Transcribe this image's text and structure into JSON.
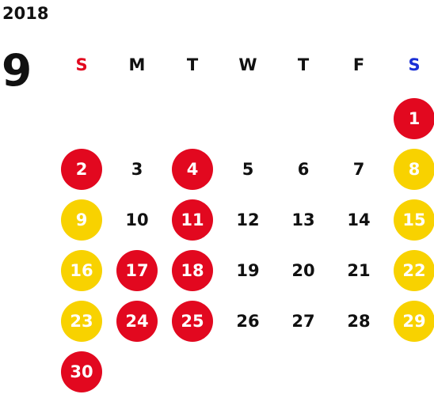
{
  "calendar": {
    "year": "2018",
    "month": "9",
    "weekdays": [
      {
        "label": "S",
        "color": "#e2081f"
      },
      {
        "label": "M",
        "color": "#111111"
      },
      {
        "label": "T",
        "color": "#111111"
      },
      {
        "label": "W",
        "color": "#111111"
      },
      {
        "label": "T",
        "color": "#111111"
      },
      {
        "label": "F",
        "color": "#111111"
      },
      {
        "label": "S",
        "color": "#1a2fd6"
      }
    ],
    "colors": {
      "holiday_red": "#e2081f",
      "highlight_yellow": "#f8d200",
      "text": "#111111",
      "sunday_label": "#e2081f",
      "saturday_label": "#1a2fd6"
    },
    "weeks": [
      [
        null,
        null,
        null,
        null,
        null,
        null,
        {
          "day": "1",
          "style": "red"
        }
      ],
      [
        {
          "day": "2",
          "style": "red"
        },
        {
          "day": "3",
          "style": "plain"
        },
        {
          "day": "4",
          "style": "red"
        },
        {
          "day": "5",
          "style": "plain"
        },
        {
          "day": "6",
          "style": "plain"
        },
        {
          "day": "7",
          "style": "plain"
        },
        {
          "day": "8",
          "style": "yellow"
        }
      ],
      [
        {
          "day": "9",
          "style": "yellow"
        },
        {
          "day": "10",
          "style": "plain"
        },
        {
          "day": "11",
          "style": "red"
        },
        {
          "day": "12",
          "style": "plain"
        },
        {
          "day": "13",
          "style": "plain"
        },
        {
          "day": "14",
          "style": "plain"
        },
        {
          "day": "15",
          "style": "yellow"
        }
      ],
      [
        {
          "day": "16",
          "style": "yellow"
        },
        {
          "day": "17",
          "style": "red"
        },
        {
          "day": "18",
          "style": "red"
        },
        {
          "day": "19",
          "style": "plain"
        },
        {
          "day": "20",
          "style": "plain"
        },
        {
          "day": "21",
          "style": "plain"
        },
        {
          "day": "22",
          "style": "yellow"
        }
      ],
      [
        {
          "day": "23",
          "style": "yellow"
        },
        {
          "day": "24",
          "style": "red"
        },
        {
          "day": "25",
          "style": "red"
        },
        {
          "day": "26",
          "style": "plain"
        },
        {
          "day": "27",
          "style": "plain"
        },
        {
          "day": "28",
          "style": "plain"
        },
        {
          "day": "29",
          "style": "yellow"
        }
      ],
      [
        {
          "day": "30",
          "style": "red"
        },
        null,
        null,
        null,
        null,
        null,
        null
      ]
    ]
  }
}
